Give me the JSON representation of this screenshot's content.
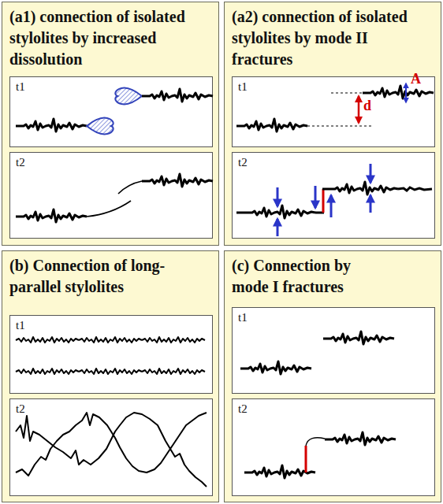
{
  "diagram": {
    "nodes": [
      {
        "text": [
          "(a1) connection of isolated stylolites by increased dissolution"
        ]
      },
      {
        "text": [
          "t1"
        ],
        "in": 0
      },
      {
        "text": [
          "t2"
        ],
        "in": 0
      },
      {
        "text": [
          "(a2) connection of isolated stylolites by mode II fractures"
        ]
      },
      {
        "text": [
          "t1"
        ],
        "in": 3
      },
      {
        "text": [
          "t2"
        ],
        "in": 3
      },
      {
        "text": [
          "(b) Connection of long-parallel stylolites"
        ]
      },
      {
        "text": [
          "t1"
        ],
        "in": 6
      },
      {
        "text": [
          "t2"
        ],
        "in": 6
      },
      {
        "text": [
          "(c) Connection by mode I fractures"
        ]
      },
      {
        "text": [
          "t1"
        ],
        "in": 9
      },
      {
        "text": [
          "t2"
        ],
        "in": 9
      }
    ],
    "labels": [
      "A",
      "d"
    ]
  }
}
